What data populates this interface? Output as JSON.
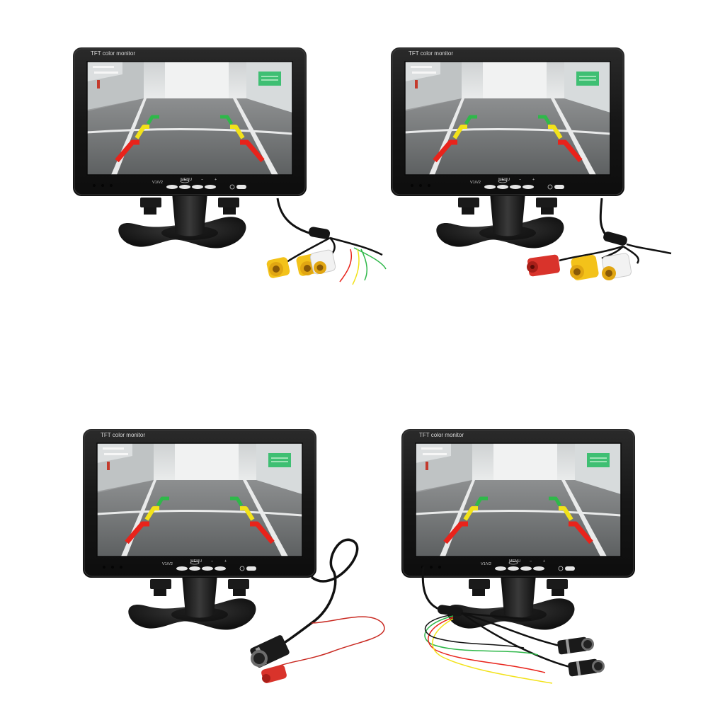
{
  "monitors": [
    {
      "brand_label": "TFT color monitor",
      "buttons": [
        "V1/V2",
        "MENU",
        "−",
        "+"
      ],
      "cable": "rca-two-plus-power-wires"
    },
    {
      "brand_label": "TFT color monitor",
      "buttons": [
        "V1/V2",
        "MENU",
        "−",
        "+"
      ],
      "cable": "rca-with-dc-power-plug"
    },
    {
      "brand_label": "TFT color monitor",
      "buttons": [
        "V1/V2",
        "MENU",
        "−",
        "+"
      ],
      "cable": "4-pin-aviation-with-red-power-lead"
    },
    {
      "brand_label": "TFT color monitor",
      "buttons": [
        "V1/V2",
        "MENU",
        "−",
        "+"
      ],
      "cable": "dual-4-pin-aviation-with-power-wires"
    }
  ],
  "icons": {
    "power": "power-icon",
    "guide": "parking-guide-lines"
  },
  "colors": {
    "bezel": "#1b1b1b",
    "guide_red": "#e8231b",
    "guide_yellow": "#f2e21a",
    "guide_green": "#2fb84a",
    "rca_yellow": "#f3c21a",
    "rca_white": "#f2f2f2",
    "rca_red": "#d9332b",
    "sign_green": "#3fbf73"
  }
}
